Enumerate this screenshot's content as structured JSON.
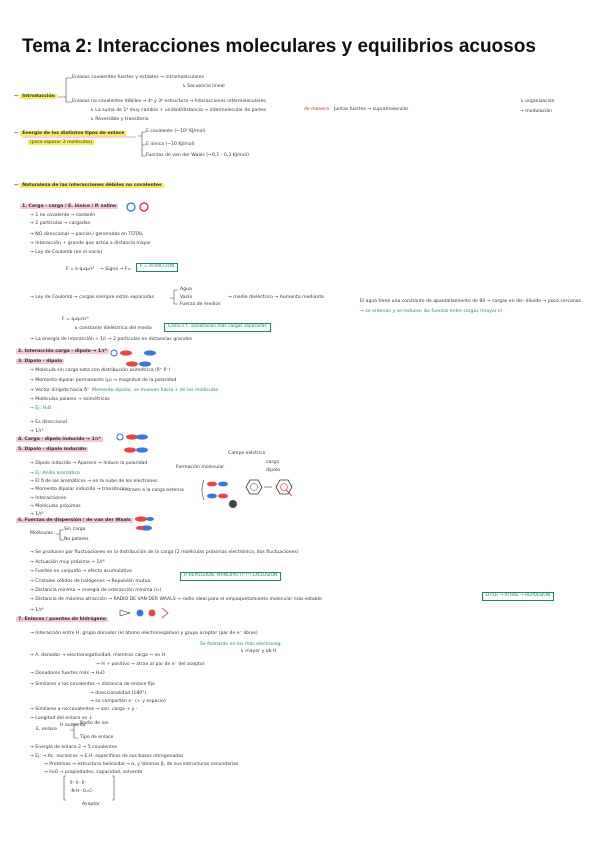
{
  "page": {
    "title": "Tema 2: Interacciones moleculares y equilibrios acuosos"
  },
  "intro": {
    "heading": "Introducción",
    "line1": "Enlaces covalentes fuertes y estables → intramoleculares",
    "line1b": "↳ Secuencia lineal",
    "line2": "Enlaces no covalentes débiles → 4ᵃ y 3ᵃ estructura → Interacciones intermoleculares",
    "line2_red": "de manera",
    "line2c": "Juntas fuertes → supramolecular",
    "line2d": "↳ organización",
    "line2e": "→ modulación",
    "line3": "↳ La suma de 1ᵃ muy cambia + unidad/distancia → intermolecular de partes",
    "line4": "↳ Reversible y transitoria"
  },
  "energia": {
    "heading": "Energía de los distintos tipos de enlace",
    "sub": "(para separar 2 moléculas)",
    "items": [
      "E covalente (~10² KJ/mol)",
      "E iónica (~10 KJ/mol)",
      "Fuerzas de van der Waals (~0,1 - 0,3 KJ/mol)"
    ]
  },
  "naturaleza": {
    "heading": "Naturaleza de las interacciones débiles no covalentes"
  },
  "s1": {
    "heading": "1. Carga - carga / E. iónico / P. salino",
    "lines": [
      "→ 2 no covalente → también",
      "→ 2 partículas → cargadas",
      "→ NO direccional → parcial / generadas en TOTAL",
      "→ Interacción + grande que actúa a distancia mayor",
      "→ Ley de Coulomb (en el vacío)",
      "→ Ley de Coulomb → cargas siempre están separadas",
      "→ La energía de interacción ∝ 1/r → 2 partículas en distancias grandes"
    ],
    "formula1": "F = k·q₁q₂/r²",
    "formula1b": "→ Signo → F=",
    "box1": "F = ATRACCIÓN",
    "medios": [
      "Agua",
      "Vacío",
      "Fuerza de medios"
    ],
    "medios_result": "→ medio dieléctrico → Aumenta mediante",
    "formula2": "F = q₁q₂/εr²",
    "formula2b": "↳ constante dieléctrica del medio",
    "box2": "Como ε↑, solvatación más cargas separadas",
    "note1": "El agua tiene una constante de apantallamiento de 80 → cargas en dis- diluído → poco cercanas",
    "note2": "→ se ordenan y se reducen las fuerzas entre cargas (mayor ε)"
  },
  "s2": {
    "heading": "2. Interacción carga - dipolo → 1/r²",
    "heading3": "3. Dipolo - dipolo",
    "lines": [
      "→ Molécula sin carga neta con distribución asimétrica (δ⁺ δ⁻)",
      "→ Momento dipolar permanente (μ) → magnitud de la polaridad",
      "→ Vector dirigido hacia δ⁺",
      "→ Moléculas polares → asimétricas",
      "→ Ej: H₂O",
      "→ Es direccional",
      "→ 1/r³"
    ],
    "green_note": "Momento dipolar, se mueven hacia + de las moléculas"
  },
  "s4": {
    "heading": "4. Carga - dipolo inducido → 1/r⁴",
    "heading5": "5. Dipolo - dipolo inducido",
    "lines": [
      "→ Dipolo inducido → Aparece → Induce la polaridad",
      "→ Ej: Anillo aromático",
      "→ El δ de los aromáticos → en la nube de los electrones",
      "→ Momento dipolar inducido → transitorio",
      "→ Interacciones",
      "→ Moléculas próximas",
      "→ 1/r⁵"
    ],
    "labels": [
      "Campo eléctrico",
      "carga",
      "dipolo",
      "Formación molecular"
    ],
    "sublabel": "→ Atraen a la carga externa"
  },
  "s6": {
    "heading": "6. Fuerzas de dispersión / de van der Waals",
    "mol_label": "Moléculas",
    "mol_opts": [
      "Sin carga",
      "No polares"
    ],
    "lines": [
      "→ Se producen por fluctuaciones en la distribución de la carga (2 moléculas próximas electrónica, dos fluctuaciones)",
      "→ Actuación muy próxima → 1/r⁶",
      "→ Fuertes en conjunto → efecto acumulativo",
      "→ Cristales sólidos de halógenos → Repulsión mutua",
      "→ Distancia mínima → energía de interacción mínima (r₀)",
      "→ Distancia de máxima atracción → RADIO DE VAN DER WAALS → radio ideal para el empaquetamiento molecular más estable",
      "→ 1/r⁶"
    ],
    "box_repulsion": "P. REPULSIÓN, PRINCIPIO (r⁻¹²) EXCLUSIÓN",
    "box_dist": "D<D₀ → ATRAE → REPULSIÓN"
  },
  "s7": {
    "heading": "7. Enlaces / puentes de hidrógeno",
    "top_note": "Se formarán en los más electroneg.",
    "top_note2": "↳ mayor y ub H",
    "lines": [
      "→ Interacción entre H, grupo donador (el átomo electronegativo) y grupo aceptor (par de e⁻ libres)",
      "→ A. donador → electronegatividad, mientras carga → en H",
      "→ H + positivo → atrae al par de e⁻ del aceptor",
      "→ Donadores fuertes más → H₂O",
      "→ Similares a los covalentes → distancia de enlace fija",
      "→ direccionalidad (180°)",
      "→ se comparten e⁻ (+ y espacio)",
      "→ Similares a no covalentes → son. carga + y -",
      "→ Longitud del enlace es ↓",
      "→ Energía de enlace 2 → 5 covalentes",
      "→ Ej: → Ac. nucleicos → E.H. específicos de sus bases nitrogenadas",
      "→ Proteínas → estructura helicoidal → α, y láminas β, de sus estructuras secundarias",
      "→ H₂O → propiedades, capacidad, solvente"
    ],
    "e_label": "E. enlace",
    "e_opts": [
      "Radio de ion",
      "Tipo de enlace"
    ],
    "e_mid": "H aumenta",
    "bottom": "Aceptor"
  }
}
